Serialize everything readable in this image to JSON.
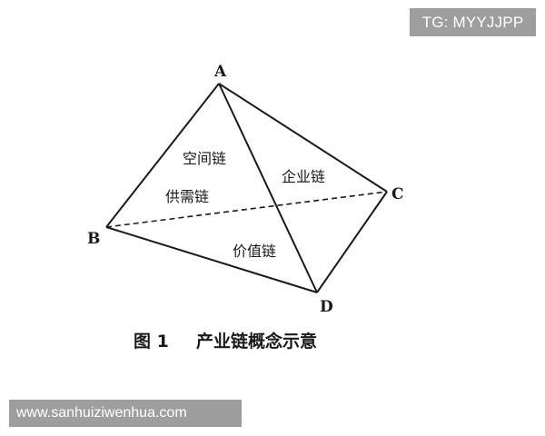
{
  "watermark_top": "TG: MYYJJPP",
  "watermark_bottom": "www.sanhuiziwenhua.com",
  "vertices": {
    "a": "A",
    "b": "B",
    "c": "C",
    "d": "D"
  },
  "faces": {
    "spatial_chain": "空间链",
    "enterprise_chain": "企业链",
    "supply_demand_chain": "供需链",
    "value_chain": "价值链"
  },
  "caption": {
    "figure_number": "图 1",
    "title": "产业链概念示意"
  },
  "colors": {
    "line": "#1a1a1a",
    "watermark_bg": "#9e9e9e"
  }
}
